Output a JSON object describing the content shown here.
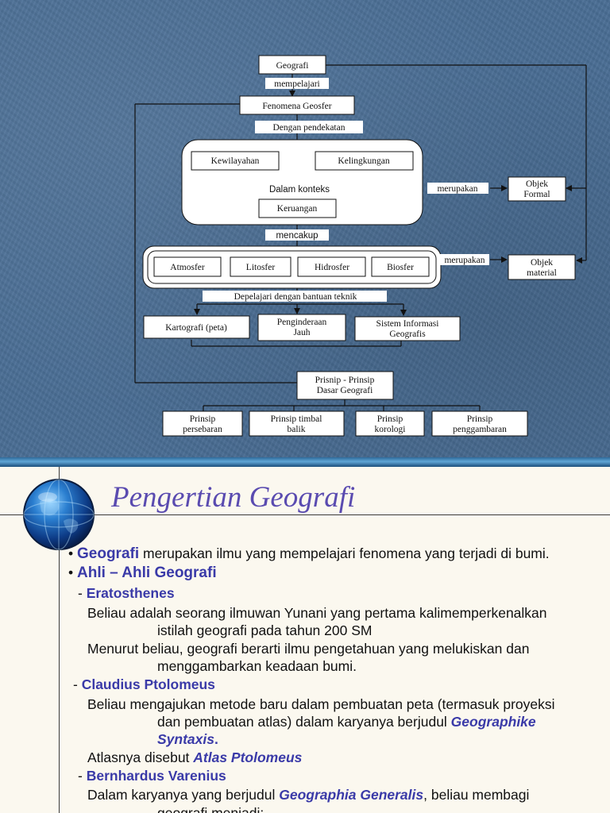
{
  "diagram": {
    "geografi": "Geografi",
    "mempelajari": "mempelajari",
    "fenomena": "Fenomena Geosfer",
    "pendekatan": "Dengan pendekatan",
    "kewilayahan": "Kewilayahan",
    "kelingkungan": "Kelingkungan",
    "dalam_konteks": "Dalam konteks",
    "keruangan": "Keruangan",
    "mencakup": "mencakup",
    "atmosfer": "Atmosfer",
    "litosfer": "Litosfer",
    "hidrosfer": "Hidrosfer",
    "biosfer": "Biosfer",
    "merupakan_1": "merupakan",
    "merupakan_2": "merupakan",
    "objek_formal_1": "Objek",
    "objek_formal_2": "Formal",
    "objek_material_1": "Objek",
    "objek_material_2": "material",
    "teknik": "Depelajari dengan bantuan teknik",
    "kartografi": "Kartografi (peta)",
    "penginderaan_1": "Penginderaan",
    "penginderaan_2": "Jauh",
    "sig_1": "Sistem Informasi",
    "sig_2": "Geografis",
    "prinsip_dasar_1": "Prisnip - Prinsip",
    "prinsip_dasar_2": "Dasar Geografi",
    "persebaran_1": "Prinsip",
    "persebaran_2": "persebaran",
    "timbal_1": "Prinsip timbal",
    "timbal_2": "balik",
    "korologi_1": "Prinsip",
    "korologi_2": "korologi",
    "penggambaran_1": "Prinsip",
    "penggambaran_2": "penggambaran"
  },
  "slide2": {
    "title": "Pengertian Geografi",
    "l1_bullet": "• ",
    "l1_kw": "Geografi",
    "l1_rest": " merupakan ilmu yang mempelajari fenomena yang terjadi di bumi.",
    "l2_bullet": "• ",
    "l2_kw": "Ahli – Ahli Geografi",
    "l3_dash": "- ",
    "l3_kw": "Eratosthenes",
    "l4": "Beliau adalah seorang ilmuwan Yunani yang pertama kalimemperkenalkan",
    "l5": "istilah geografi pada tahun 200 SM",
    "l6": "Menurut beliau, geografi berarti ilmu pengetahuan yang melukiskan dan",
    "l7": "menggambarkan keadaan bumi.",
    "l8_dash": "- ",
    "l8_kw": "Claudius Ptolomeus",
    "l9": "Beliau mengajukan metode baru dalam pembuatan peta (termasuk proyeksi",
    "l10_pre": "dan pembuatan atlas) dalam karyanya berjudul ",
    "l10_kw": "Geographike",
    "l11_kw": "Syntaxis",
    "l11_rest": ".",
    "l12_pre": "Atlasnya disebut ",
    "l12_kw": "Atlas Ptolomeus",
    "l13_dash": "- ",
    "l13_kw": "Bernhardus Varenius",
    "l14_pre": "Dalam karyanya yang berjudul  ",
    "l14_kw": "Geographia Generalis",
    "l14_rest": ", beliau membagi",
    "l15": "geografi menjadi:"
  }
}
